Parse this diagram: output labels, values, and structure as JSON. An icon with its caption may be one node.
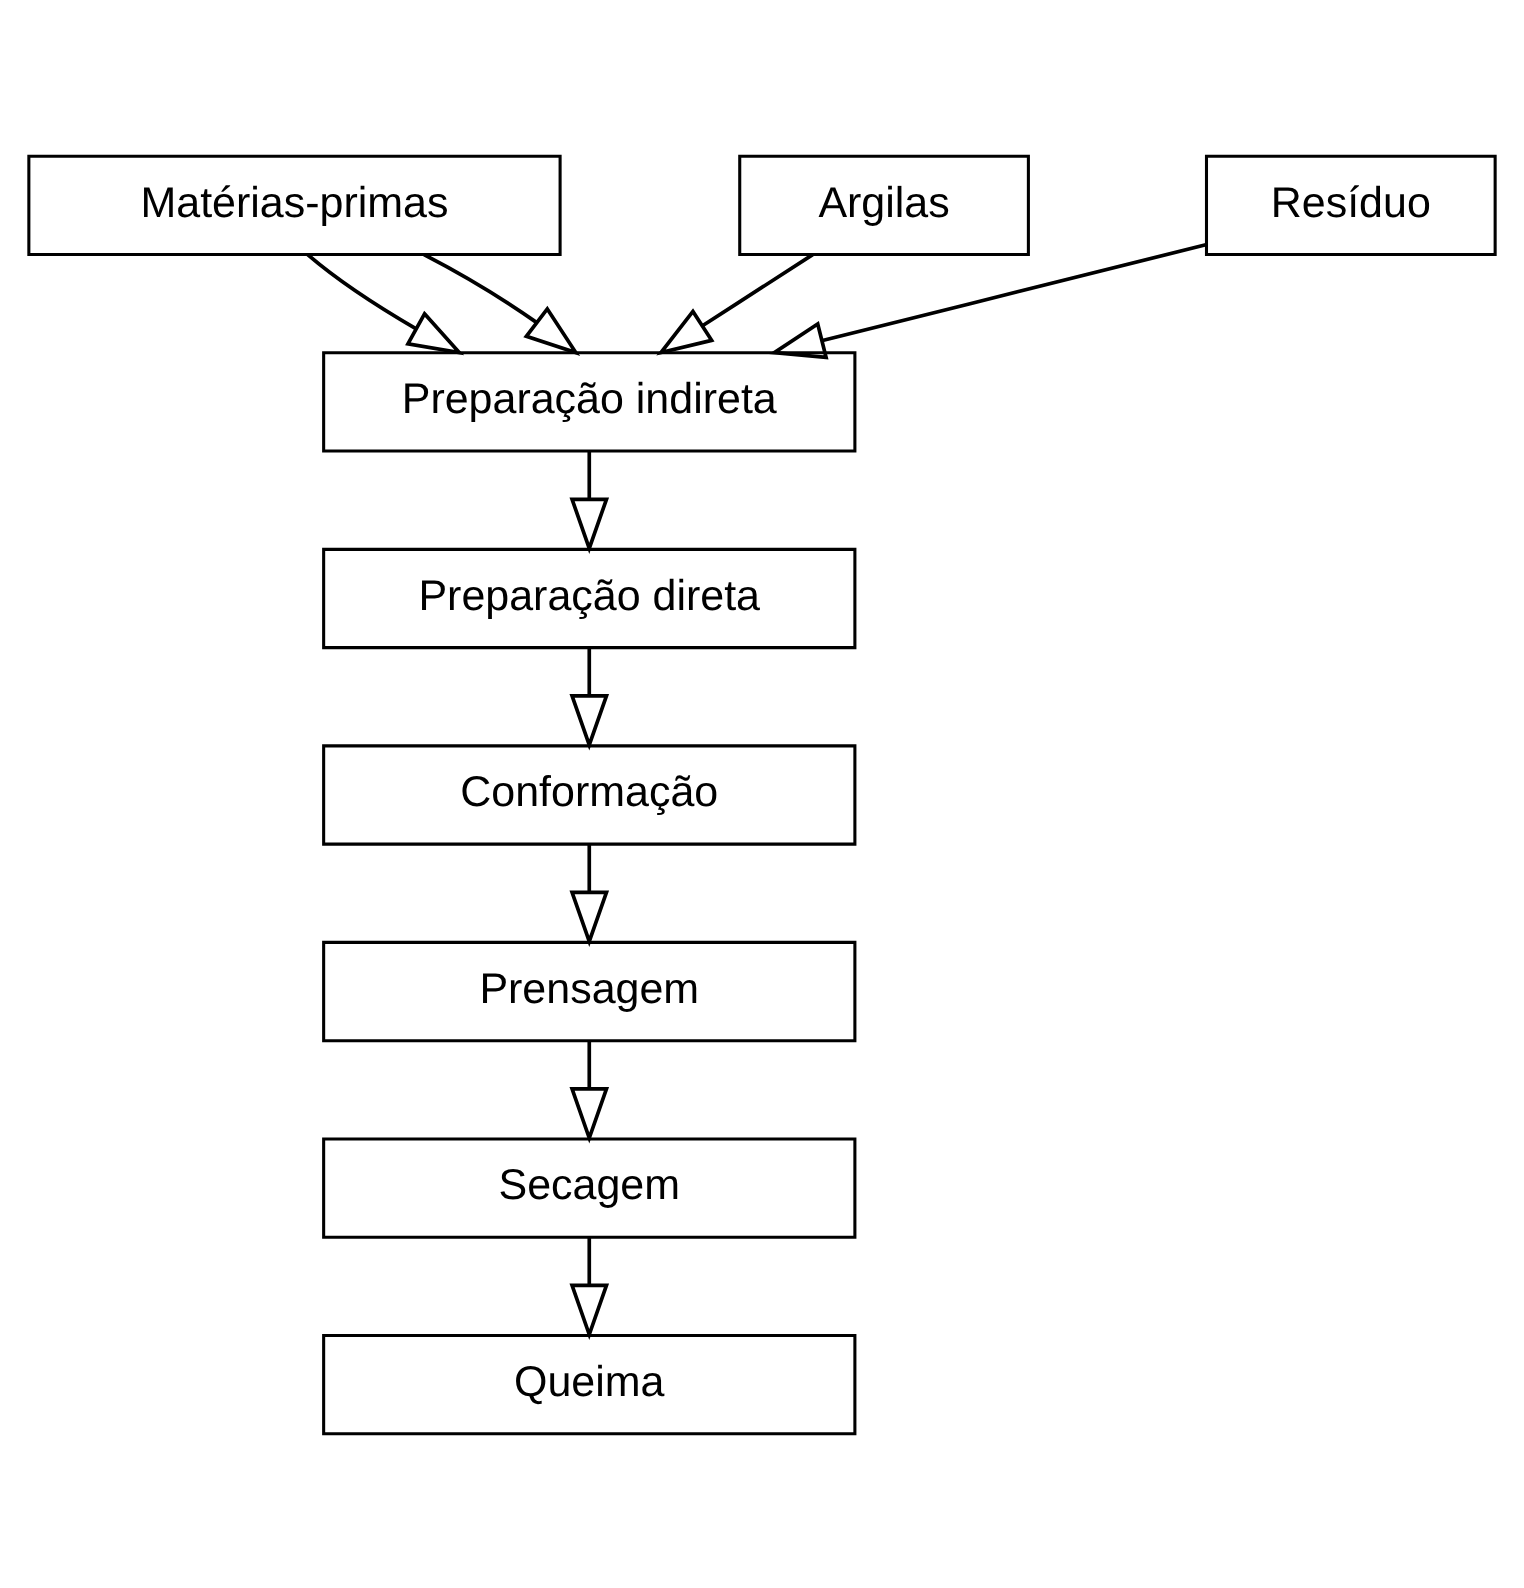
{
  "diagram": {
    "nodes": [
      {
        "text": [
          "Matérias-primas"
        ]
      },
      {
        "text": [
          "Argilas"
        ]
      },
      {
        "text": [
          "Resíduo"
        ]
      },
      {
        "text": [
          "Preparação indireta"
        ]
      },
      {
        "text": [
          "Preparação direta"
        ]
      },
      {
        "text": [
          "Conformação"
        ]
      },
      {
        "text": [
          "Prensagem"
        ]
      },
      {
        "text": [
          "Secagem"
        ]
      },
      {
        "text": [
          "Queima"
        ]
      }
    ],
    "edges": [
      {
        "from": 1,
        "to": 3,
        "arrow": "to"
      },
      {
        "from": 0,
        "to": 3,
        "arrow": "to"
      },
      {
        "from": 0,
        "to": 3,
        "arrow": "to"
      },
      {
        "from": 2,
        "to": 3,
        "arrow": "to"
      },
      {
        "from": 3,
        "to": 4,
        "arrow": "to"
      },
      {
        "from": 4,
        "to": 5,
        "arrow": "to"
      },
      {
        "from": 5,
        "to": 6,
        "arrow": "to"
      },
      {
        "from": 6,
        "to": 7,
        "arrow": "to"
      },
      {
        "from": 7,
        "to": 8,
        "arrow": "to"
      }
    ]
  }
}
